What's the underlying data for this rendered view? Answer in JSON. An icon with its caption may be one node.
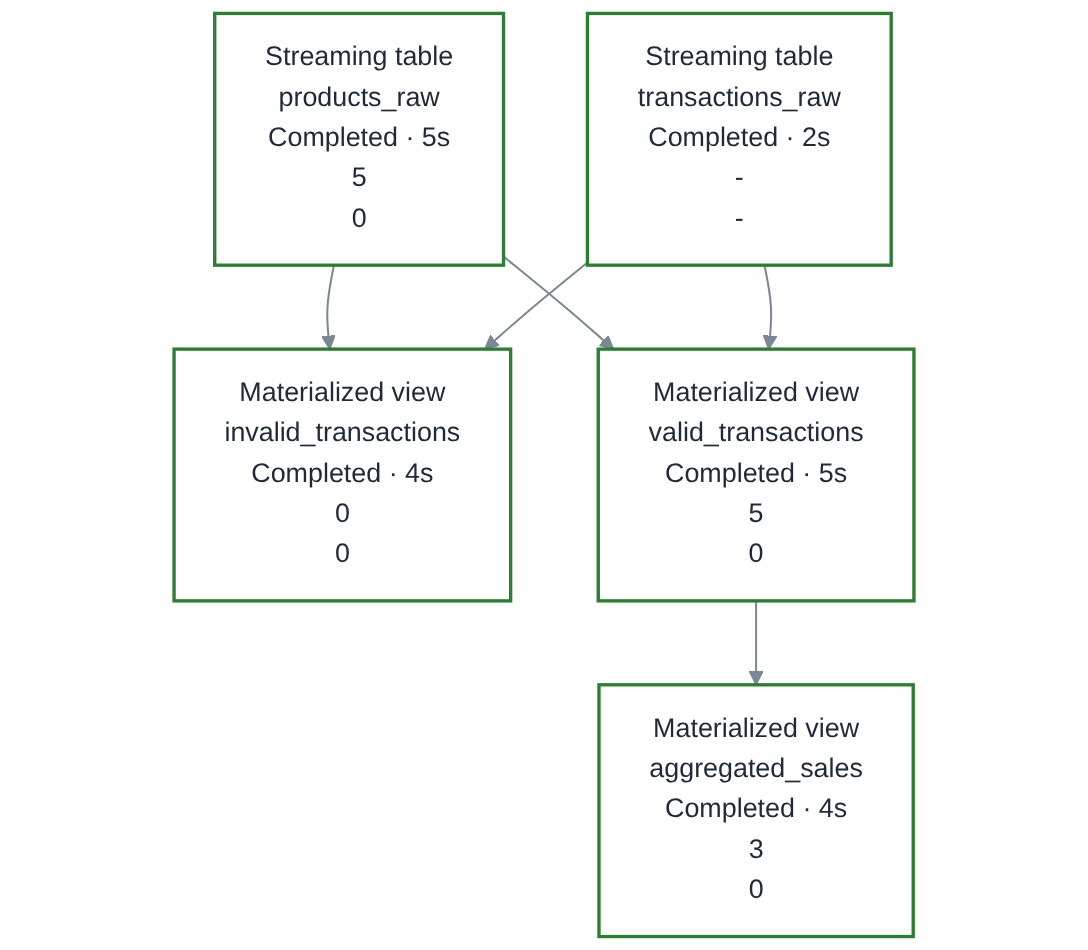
{
  "diagram": {
    "nodes": [
      {
        "text": [
          "Streaming table",
          "products_raw",
          "Completed · 5s",
          "5",
          "0"
        ]
      },
      {
        "text": [
          "Streaming table",
          "transactions_raw",
          "Completed · 2s",
          "-",
          "-"
        ]
      },
      {
        "text": [
          "Materialized view",
          "invalid_transactions",
          "Completed · 4s",
          "0",
          "0"
        ]
      },
      {
        "text": [
          "Materialized view",
          "valid_transactions",
          "Completed · 5s",
          "5",
          "0"
        ]
      },
      {
        "text": [
          "Materialized view",
          "aggregated_sales",
          "Completed · 4s",
          "3",
          "0"
        ]
      }
    ],
    "edges": [
      {
        "from": 0,
        "to": 2,
        "arrow": "to"
      },
      {
        "from": 0,
        "to": 3,
        "arrow": "to"
      },
      {
        "from": 1,
        "to": 2,
        "arrow": "to"
      },
      {
        "from": 1,
        "to": 3,
        "arrow": "to"
      },
      {
        "from": 3,
        "to": 4,
        "arrow": "to"
      }
    ]
  }
}
